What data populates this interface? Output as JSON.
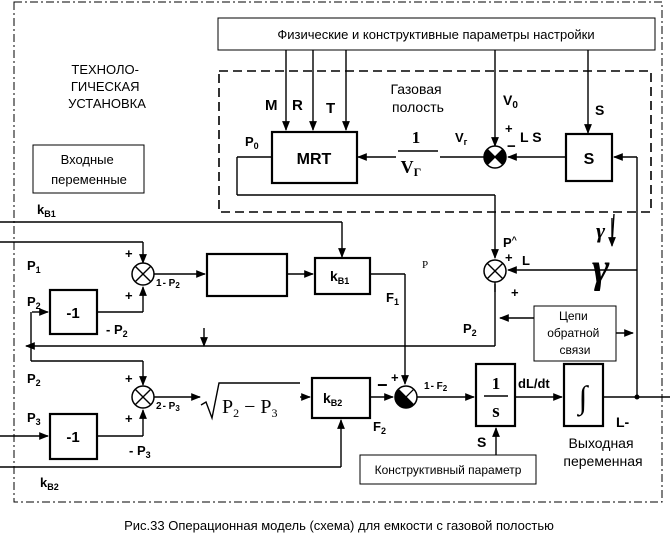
{
  "labels": {
    "top_params": "Физические и конструктивные параметры настройки",
    "plant": [
      "ТЕХНОЛО-",
      "ГИЧЕСКАЯ",
      "УСТАНОВКА"
    ],
    "gas_cavity": [
      "Газовая",
      "полость"
    ],
    "inputs": [
      "Входные",
      "переменные"
    ],
    "feedback": [
      "Цепи",
      "обратной",
      "связи"
    ],
    "constructive_param": "Конструктивный параметр",
    "output": [
      "Выходная",
      "переменная"
    ],
    "caption": "Рис.33 Операционная модель (схема) для емкости с газовой полостью"
  },
  "blocks": {
    "mrt": "MRT",
    "s_block": "S",
    "inv_vg_num": "1",
    "inv_vg_den": "V",
    "inv_vg_sub": "Г",
    "neg1_a": "-1",
    "neg1_b": "-1",
    "kb1_box": "k",
    "kb1_box_sub": "B1",
    "kb2_box": "k",
    "kb2_box_sub": "B2",
    "sqrt_expr": "P",
    "sqrt_2": "2",
    "sqrt_minus": " − P",
    "sqrt_3": "3",
    "inv_s_num": "1",
    "inv_s_den": "s",
    "integral": "∫",
    "gamma": "γ"
  },
  "signals": {
    "M": "M",
    "R": "R",
    "T": "T",
    "V0": "V",
    "V0_sub": "0",
    "S_top": "S",
    "L": "L",
    "S_mid": "S",
    "P0": "P",
    "P0_sub": "0",
    "Vg": "V",
    "Vg_sub": "г",
    "kB1": "k",
    "kB1_sub": "B1",
    "kB2": "k",
    "kB2_sub": "B2",
    "P1": "P",
    "P1_sub": "1",
    "P2a": "P",
    "P2a_sub": "2",
    "P2b": "P",
    "P2b_sub": "2",
    "P2c": "P",
    "P2c_sub": "2",
    "P3": "P",
    "P3_sub": "3",
    "negP2": "- P",
    "negP2_sub": "2",
    "negP3": "- P",
    "negP3_sub": "3",
    "P1mP2": "1",
    "P1mP2_b": "- P",
    "P1mP2_sub": "2",
    "P2mP3": "2",
    "P2mP3_b": "- P",
    "P2mP3_sub": "3",
    "F1": "F",
    "F1_sub": "1",
    "F2": "F",
    "F2_sub": "2",
    "F1mF2": "1",
    "F1mF2_b": "- F",
    "F1mF2_sub": "2",
    "Pp": "P",
    "Pgam": "P",
    "Pgam_sup": "^",
    "gamma_small": "γ",
    "L_sum": "L",
    "dLdt": "dL/dt",
    "Lout": "L-",
    "S_bottom": "S",
    "plus": "+",
    "minus": "−"
  }
}
